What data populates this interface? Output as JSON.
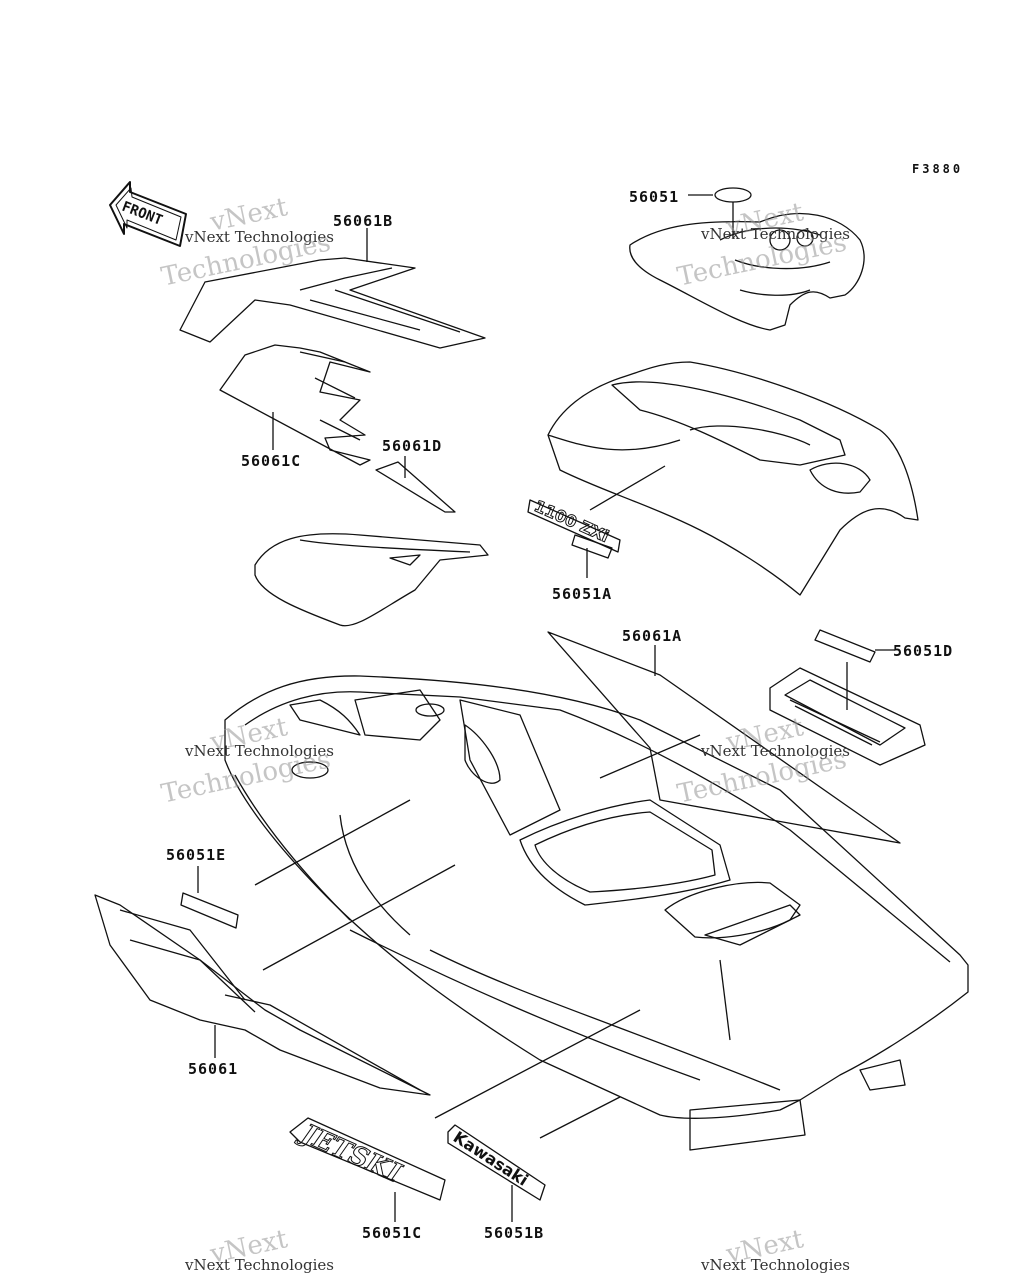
{
  "figure_code": "F3880",
  "front_label": "FRONT",
  "watermark": {
    "line1": "vNext Technologies",
    "big1": "vNext",
    "big2": "Technologies"
  },
  "decal_text": {
    "jetski": "JETSKI",
    "kawasaki": "Kawasaki",
    "model": "1100 ZXi"
  },
  "parts": {
    "p56061B": "56061B",
    "p56061C": "56061C",
    "p56061D": "56061D",
    "p56051": "56051",
    "p56051A": "56051A",
    "p56061A": "56061A",
    "p56051D": "56051D",
    "p56051E": "56051E",
    "p56061": "56061",
    "p56051C": "56051C",
    "p56051B": "56051B"
  },
  "colors": {
    "line": "#111111",
    "watermark": "#9a9a9a"
  }
}
